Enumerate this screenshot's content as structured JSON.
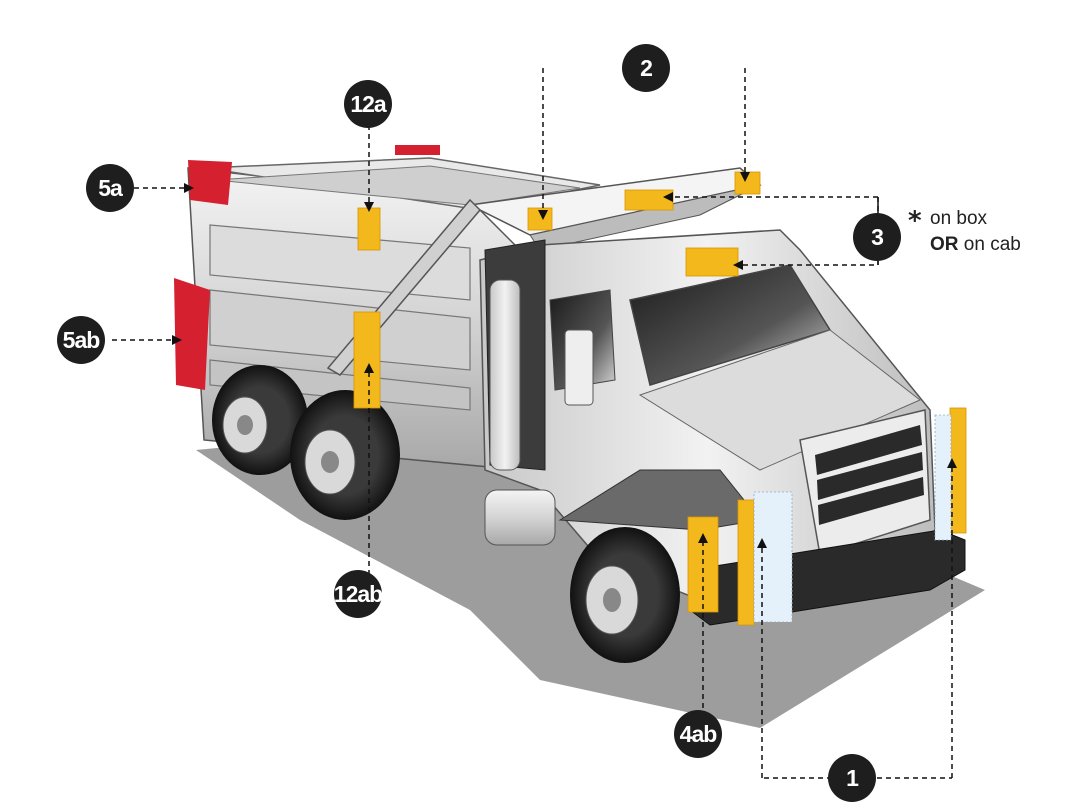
{
  "callouts": {
    "c1": "1",
    "c2": "2",
    "c3": "3",
    "c4ab": "4ab",
    "c5a": "5a",
    "c5ab": "5ab",
    "c12a": "12a",
    "c12ab": "12ab"
  },
  "note": {
    "asterisk": "*",
    "line1": "on box",
    "line2_bold": "OR",
    "line2_rest": "on cab"
  },
  "colors": {
    "reflective_yellow": "#f2b81c",
    "reflective_red": "#d4202f",
    "reflective_white": "#e4f1fa",
    "callout": "#1e1e1e",
    "ground_shadow": "#9d9d9d"
  }
}
